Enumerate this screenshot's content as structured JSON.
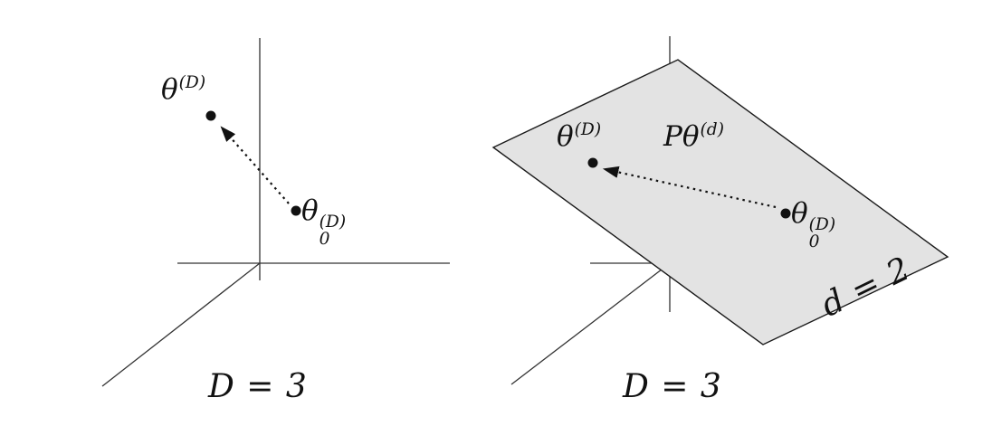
{
  "colors": {
    "bg": "#ffffff",
    "ink": "#111111",
    "axis": "#333333",
    "plane_fill": "#e3e3e3",
    "plane_stroke": "#1a1a1a"
  },
  "left_panel": {
    "theta": {
      "base": "θ",
      "sup": "(D)"
    },
    "theta0": {
      "base": "θ",
      "sup": "(D)",
      "sub": "0"
    },
    "dim_label": "D = 3"
  },
  "right_panel": {
    "theta": {
      "base": "θ",
      "sup": "(D)"
    },
    "theta0": {
      "base": "θ",
      "sup": "(D)",
      "sub": "0"
    },
    "projection": {
      "base": "Pθ",
      "sup": "(d)"
    },
    "plane_label": "d = 2",
    "dim_label": "D = 3"
  }
}
